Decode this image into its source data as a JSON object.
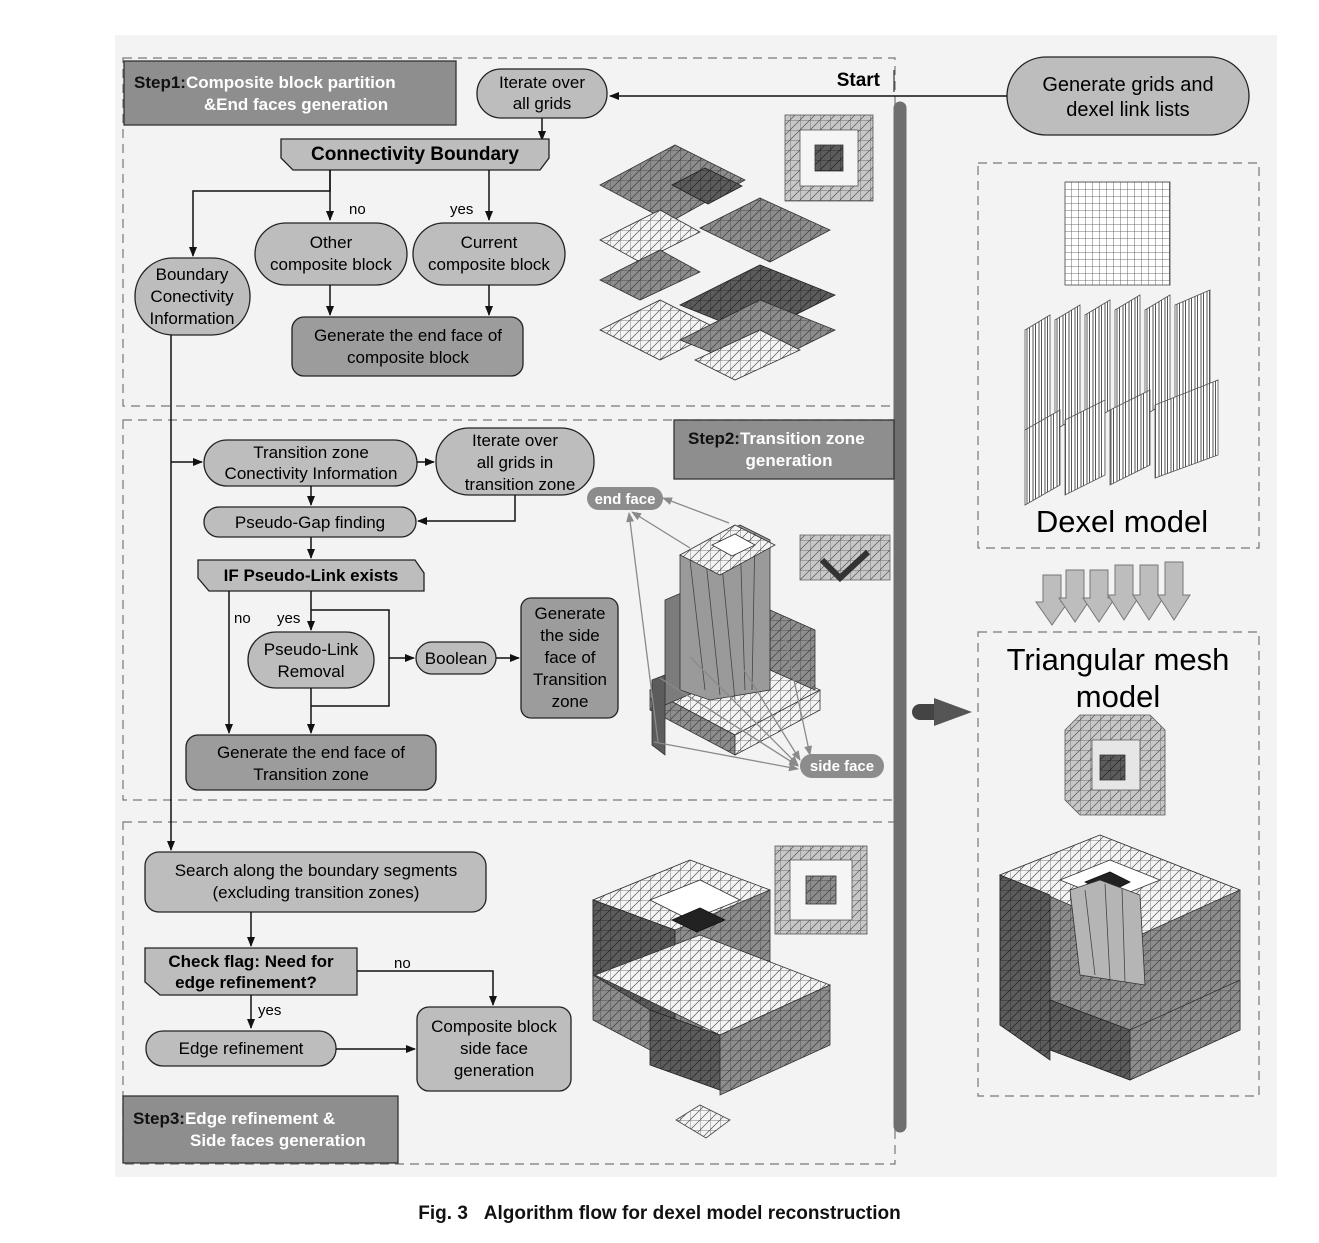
{
  "caption": {
    "number": "Fig. 3",
    "title": "Algorithm flow for dexel model reconstruction"
  },
  "colors": {
    "panel": "#f2f2f2",
    "node": "#bdbdbd",
    "node_dark": "#9c9c9c",
    "header": "#8e8e8e",
    "header_text": "#ffffff",
    "arrow": "#111111",
    "bar": "#6f6f6f"
  },
  "start_label": "Start",
  "start_node": {
    "line1": "Generate grids and",
    "line2": "dexel link lists"
  },
  "step1": {
    "header_prefix": "Step1:",
    "header_line1": "Composite block partition",
    "header_line2": "&End faces generation",
    "iterate": {
      "line1": "Iterate over",
      "line2": "all grids"
    },
    "connectivity": "Connectivity Boundary",
    "no_label": "no",
    "yes_label": "yes",
    "other_block": {
      "line1": "Other",
      "line2": "composite block"
    },
    "current_block": {
      "line1": "Current",
      "line2": "composite block"
    },
    "boundary_info": {
      "line1": "Boundary",
      "line2": "Conectivity",
      "line3": "Information"
    },
    "end_face": {
      "line1": "Generate the end face of",
      "line2": "composite block"
    }
  },
  "step2": {
    "header_prefix": "Step2:",
    "header_line1": "Transition zone",
    "header_line2": "generation",
    "tz_info": {
      "line1": "Transition zone",
      "line2": "Conectivity  Information"
    },
    "iterate_tz": {
      "line1": "Iterate over",
      "line2": "all grids in",
      "line3": "transition zone"
    },
    "pseudo_gap": "Pseudo-Gap finding",
    "if_link": "IF Pseudo-Link exists",
    "no_label": "no",
    "yes_label": "yes",
    "link_removal": {
      "line1": "Pseudo-Link",
      "line2": "Removal"
    },
    "boolean": "Boolean",
    "side_face": {
      "line1": "Generate",
      "line2": "the side",
      "line3": "face of",
      "line4": "Transition",
      "line5": "zone"
    },
    "end_face_tz": {
      "line1": "Generate the end face of",
      "line2": "Transition zone"
    },
    "end_face_badge": "end face",
    "side_face_badge": "side face"
  },
  "step3": {
    "header_prefix": "Step3:",
    "header_line1": "Edge refinement &",
    "header_line2": "Side faces generation",
    "search": {
      "line1": "Search along the boundary segments",
      "line2": "(excluding transition zones)"
    },
    "check_flag": {
      "line1": "Check flag: Need for",
      "line2": "edge refinement?"
    },
    "no_label": "no",
    "yes_label": "yes",
    "edge_ref": "Edge refinement",
    "side_gen": {
      "line1": "Composite block",
      "line2": "side face",
      "line3": "generation"
    }
  },
  "right": {
    "dexel_label": "Dexel model",
    "mesh_line1": "Triangular mesh",
    "mesh_line2": "model"
  }
}
